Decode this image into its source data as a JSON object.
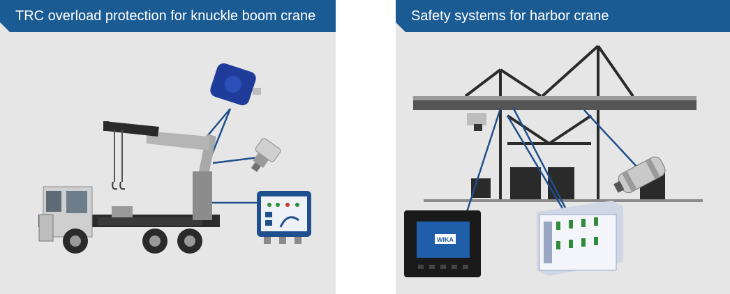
{
  "left_panel": {
    "title": "TRC overload protection for knuckle boom crane",
    "components": [
      "angle-sensor",
      "pressure-transmitter",
      "control-unit"
    ]
  },
  "right_panel": {
    "title": "Safety systems for harbor crane",
    "components": [
      "display-terminal",
      "controller",
      "load-cell"
    ],
    "display_logo": "WIKA"
  },
  "colors": {
    "header_blue": "#1b5b94",
    "connector_blue": "#1f4f8c",
    "panel_bg": "#e6e6e6"
  }
}
